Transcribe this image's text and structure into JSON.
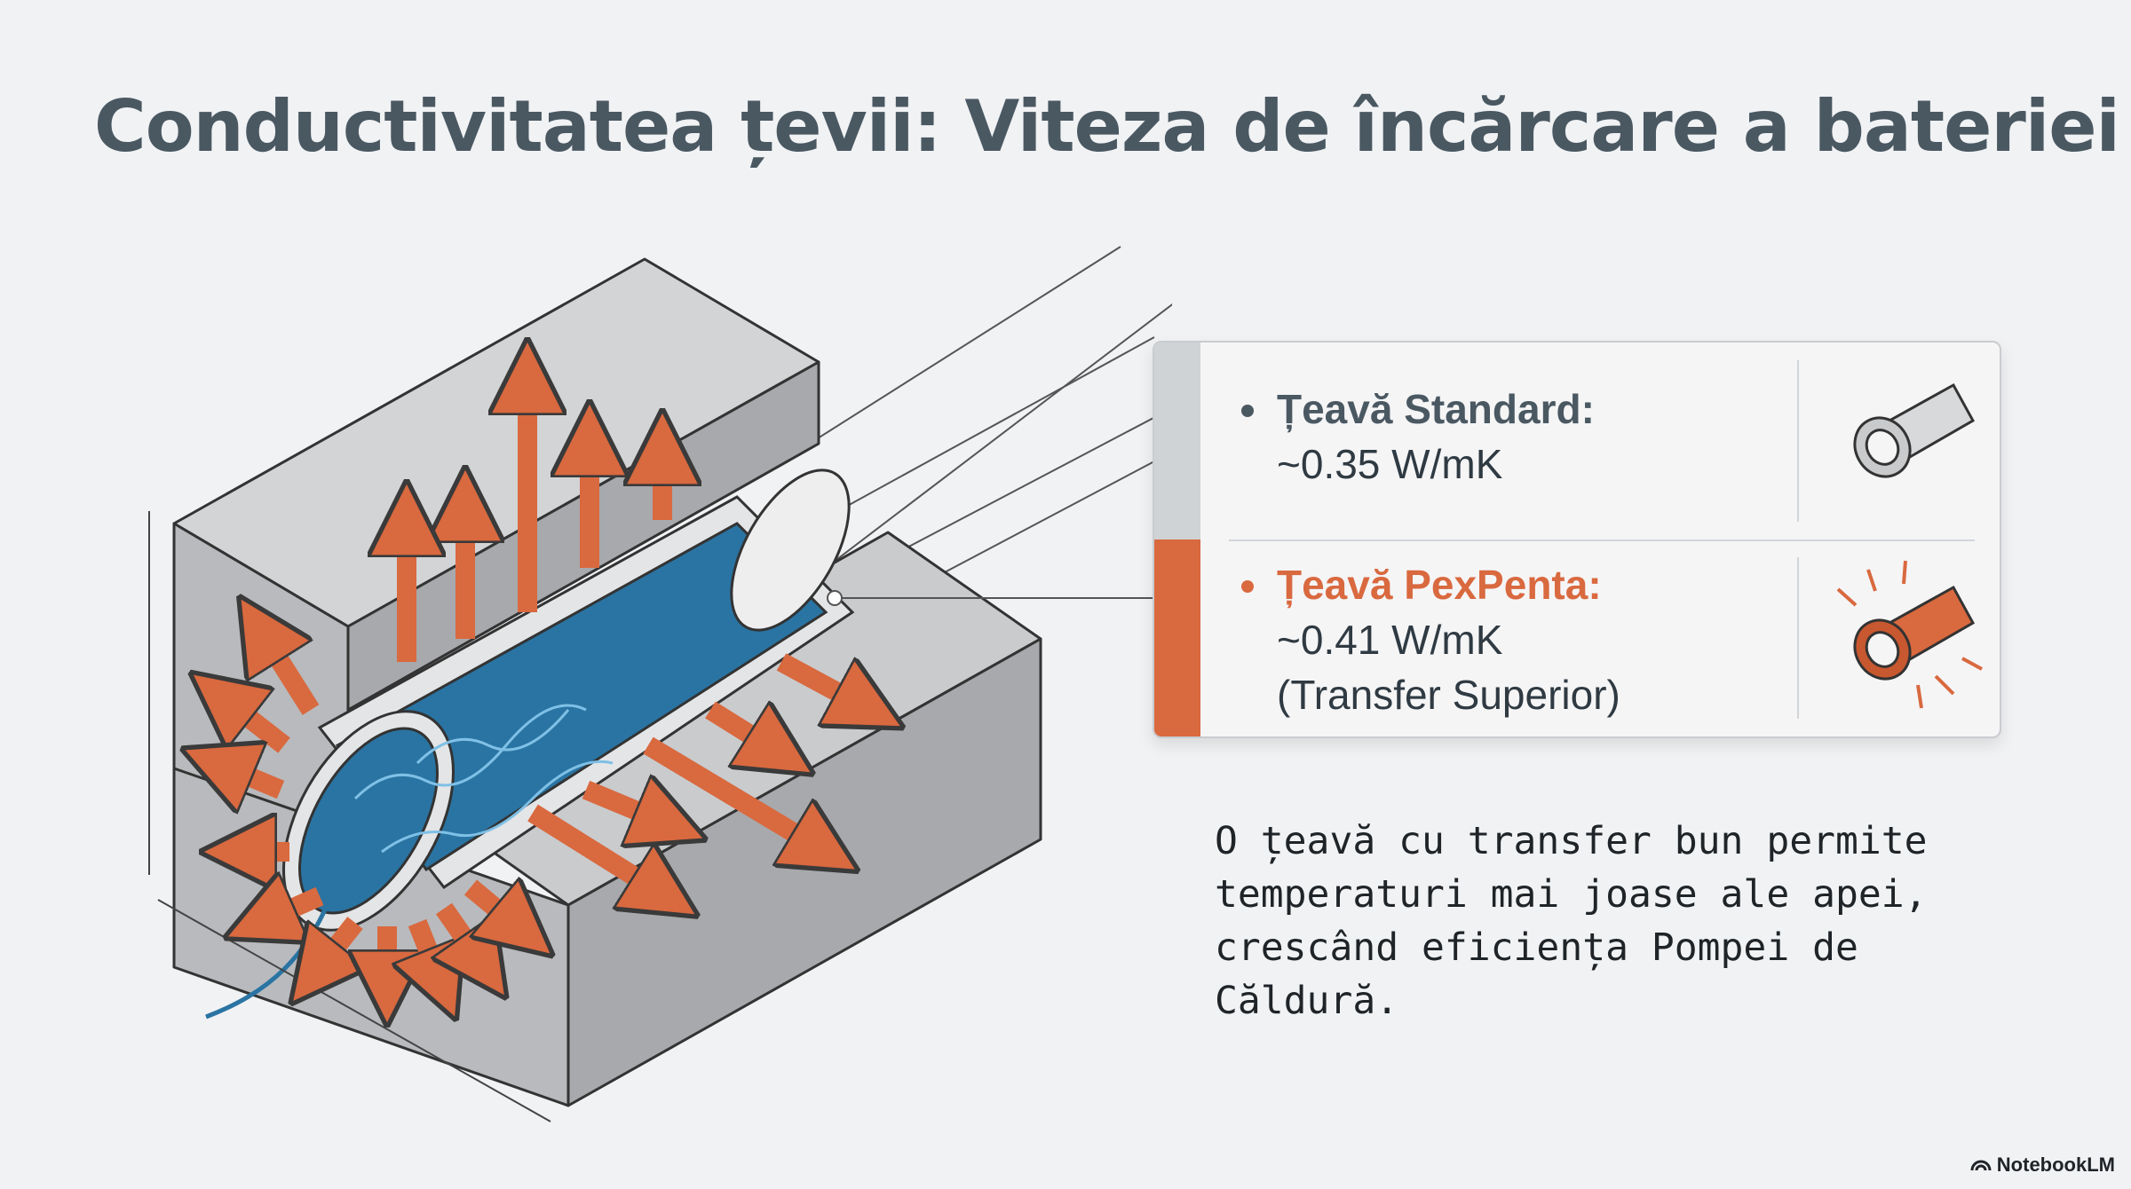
{
  "title": "Conductivitatea țevii: Viteza de încărcare a bateriei",
  "comparison": {
    "standard": {
      "title": "Țeavă Standard:",
      "value": "~0.35 W/mK",
      "icon": "plain-pipe-icon"
    },
    "pexpenta": {
      "title": "Țeavă PexPenta:",
      "value": "~0.41 W/mK",
      "note": "(Transfer Superior)",
      "icon": "radiating-pipe-icon"
    }
  },
  "description": "O țeavă cu transfer bun permite temperaturi mai joase ale apei, crescând eficiența Pompei de Căldură.",
  "brand": "NotebookLM",
  "colors": {
    "accent": "#d9693f",
    "water": "#2a74a3",
    "concrete": "#b8babd",
    "text": "#4a5862"
  }
}
